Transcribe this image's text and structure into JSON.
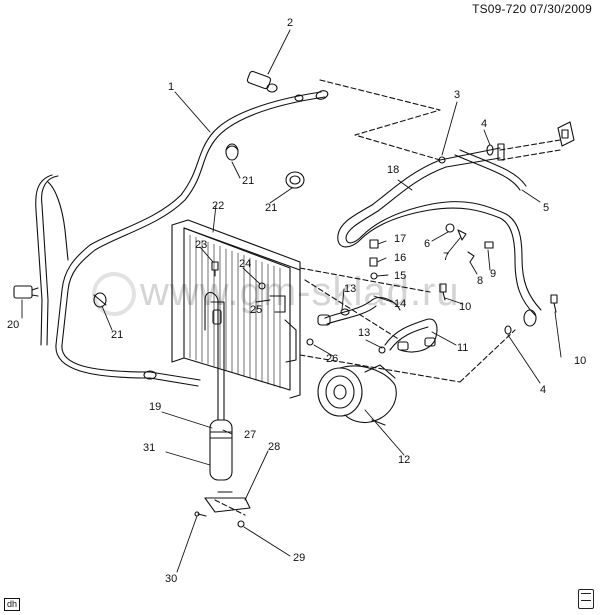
{
  "header": {
    "code": "TS09-720",
    "date": "07/30/2009"
  },
  "watermark": "www.gm-sklad.ru",
  "footer_tag": "dh",
  "callouts": {
    "c1": "1",
    "c2": "2",
    "c3": "3",
    "c4a": "4",
    "c4b": "4",
    "c5": "5",
    "c6": "6",
    "c7": "7",
    "c8": "8",
    "c9": "9",
    "c10a": "10",
    "c10b": "10",
    "c11": "11",
    "c12": "12",
    "c13a": "13",
    "c13b": "13",
    "c14": "14",
    "c15": "15",
    "c16": "16",
    "c17": "17",
    "c18": "18",
    "c19": "19",
    "c20": "20",
    "c21a": "21",
    "c21b": "21",
    "c21c": "21",
    "c22": "22",
    "c23": "23",
    "c24": "24",
    "c25": "25",
    "c26": "26",
    "c27": "27",
    "c28": "28",
    "c29": "29",
    "c30": "30",
    "c31": "31"
  }
}
